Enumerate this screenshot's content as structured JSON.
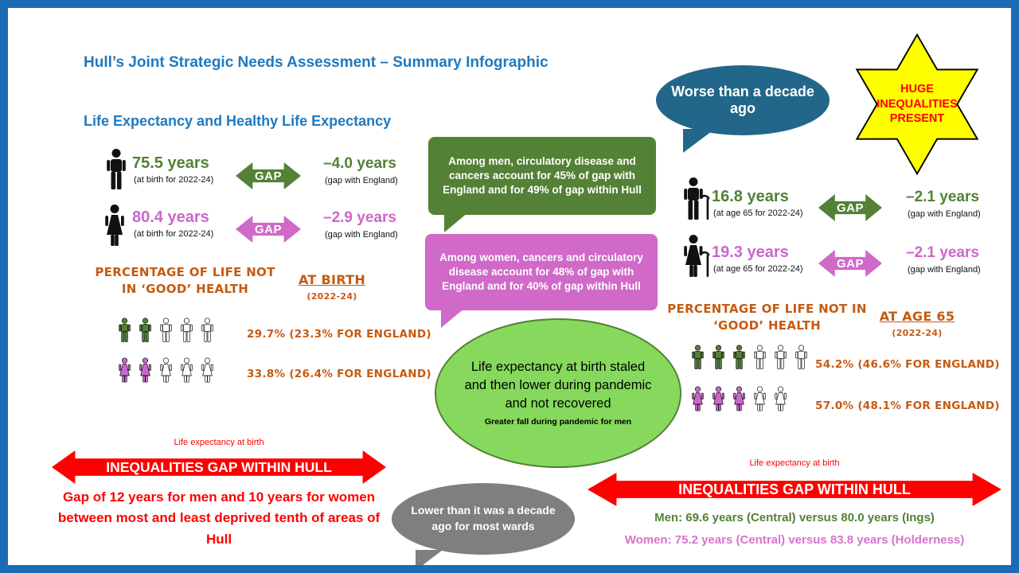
{
  "page": {
    "title": "Hull’s Joint Strategic Needs Assessment – Summary Infographic",
    "subtitle": "Life Expectancy and Healthy Life Expectancy"
  },
  "labels": {
    "gap": "GAP"
  },
  "callouts": {
    "worse_decade": "Worse than a decade ago",
    "huge_inequalities": "HUGE INEQUALITIES PRESENT",
    "men_gap_explain": "Among men, circulatory disease and cancers account for 45% of gap with England and for 49% of gap within Hull",
    "women_gap_explain": "Among women, cancers and circulatory disease account for 48% of gap with England and for 40% of gap within Hull",
    "pandemic_main": "Life expectancy at birth staled and then lower during pandemic and not recovered",
    "pandemic_sub": "Greater fall during pandemic for men",
    "wards": "Lower than it was a decade ago for most wards"
  },
  "birth": {
    "men_value": "75.5 years",
    "men_caption": "(at birth for 2022-24)",
    "men_gap_value": "–4.0 years",
    "men_gap_caption": "(gap with England)",
    "women_value": "80.4 years",
    "women_caption": "(at birth for 2022-24)",
    "women_gap_value": "–2.9 years",
    "women_gap_caption": "(gap with England)",
    "health_title": "Percentage of Life not in ‘good’ health",
    "period": "At Birth",
    "period_years": "(2022-24)",
    "men_pct": "29.7% (23.3% for England)",
    "women_pct": "33.8% (26.4% for England)"
  },
  "age65": {
    "men_value": "16.8 years",
    "men_caption": "(at age 65 for 2022-24)",
    "men_gap_value": "–2.1 years",
    "men_gap_caption": "(gap with England)",
    "women_value": "19.3 years",
    "women_caption": "(at age 65 for 2022-24)",
    "women_gap_value": "–2.1 years",
    "women_gap_caption": "(gap with England)",
    "health_title": "Percentage of Life not in ‘good’ health",
    "period": "At Age 65",
    "period_years": "(2022-24)",
    "men_pct": "54.2% (46.6% for England)",
    "women_pct": "57.0% (48.1% for England)"
  },
  "inequality_left": {
    "context": "Life expectancy at birth",
    "arrow": "INEQUALITIES GAP WITHIN HULL",
    "detail": "Gap of 12 years for men and 10 years for women between most and least deprived tenth of areas of Hull"
  },
  "inequality_right": {
    "context": "Life expectancy at birth",
    "arrow": "INEQUALITIES GAP WITHIN HULL",
    "men_detail": "Men: 69.6 years (Central) versus 80.0 years (Ings)",
    "women_detail": "Women: 75.2 years (Central) versus 83.8 years (Holderness)"
  },
  "health_rows": {
    "birth_men": {
      "icon": "man",
      "total": 5,
      "filled": 2,
      "color": "#538135"
    },
    "birth_women": {
      "icon": "woman",
      "total": 5,
      "filled": 2,
      "color": "#CC66CC"
    },
    "age65_men": {
      "icon": "man",
      "total": 6,
      "filled": 3,
      "color": "#538135"
    },
    "age65_women": {
      "icon": "woman",
      "total": 5,
      "filled": 3,
      "color": "#CC66CC"
    }
  },
  "colors": {
    "border_blue": "#1B6CB5",
    "heading_blue": "#1E7AC1",
    "green": "#538135",
    "pink": "#CC66CC",
    "orange": "#C55A11",
    "red": "#FF0000",
    "star_yellow": "#FFFF00",
    "blue_bubble": "#226789",
    "gray_bubble": "#7F7F7F",
    "light_green_ellipse": "#86D95C"
  }
}
